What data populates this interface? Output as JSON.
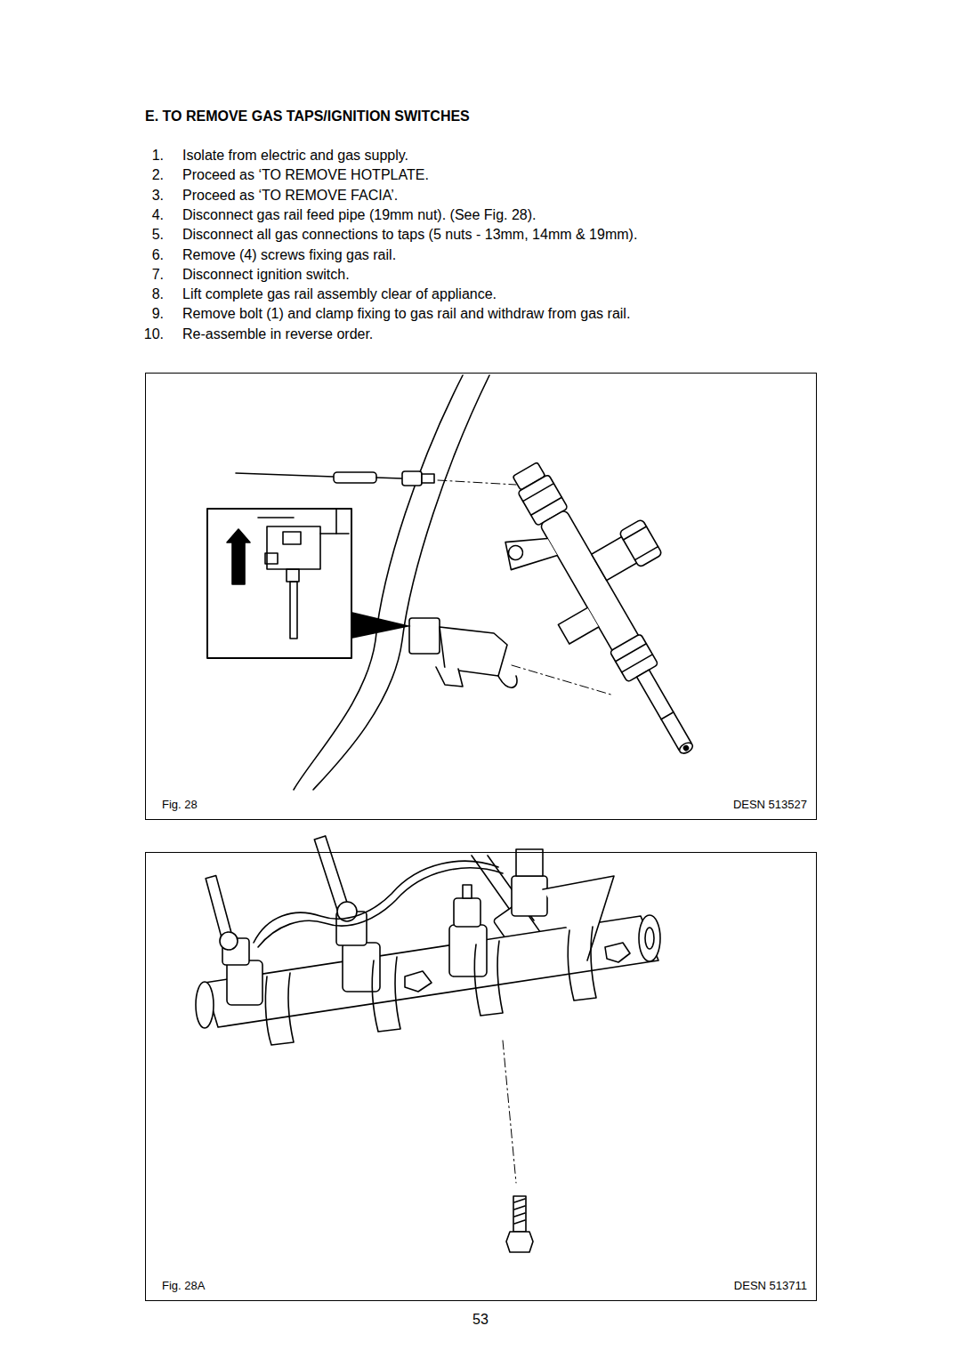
{
  "diagram": {
    "title": "E. TO REMOVE GAS TAPS/IGNITION SWITCHES",
    "nodes": [
      {
        "text": [
          "Fig. 28",
          "DESN 513527"
        ]
      },
      {
        "text": [
          "Fig. 28A",
          "DESN 513711"
        ]
      }
    ],
    "labels": [
      "1.",
      "Isolate from electric and gas supply.",
      "2.",
      "Proceed as ‘TO REMOVE HOTPLATE.",
      "3.",
      "Proceed as ‘TO REMOVE FACIA’.",
      "4.",
      "Disconnect gas rail feed pipe (19mm nut). (See Fig. 28).",
      "5.",
      "Disconnect all gas connections to taps (5 nuts - 13mm, 14mm & 19mm).",
      "6.",
      "Remove (4) screws fixing gas rail.",
      "7.",
      "Disconnect ignition switch.",
      "8.",
      "Lift complete gas rail assembly clear of appliance.",
      "9.",
      "Remove bolt (1) and clamp fixing to gas rail and withdraw from gas rail.",
      "10.",
      "Re-assemble in reverse order.",
      "53"
    ]
  }
}
